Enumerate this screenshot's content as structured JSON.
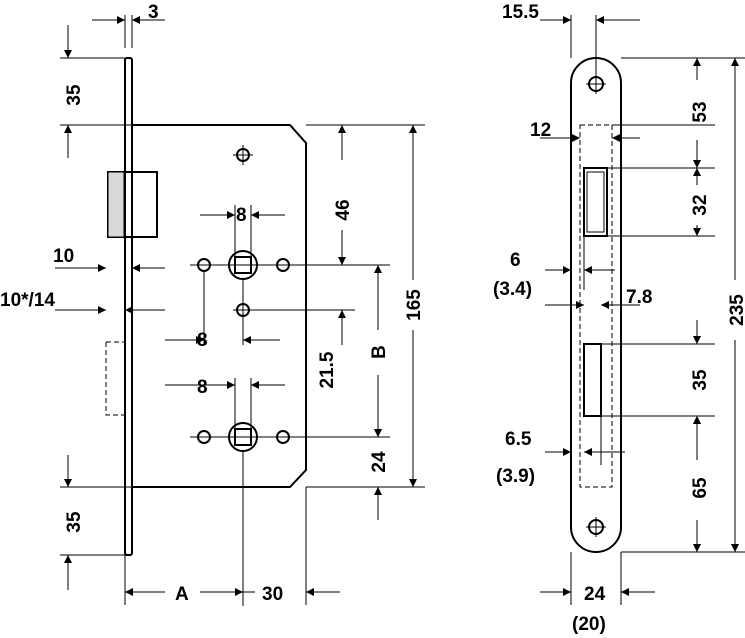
{
  "diagram": {
    "subject": "mortice lock technical drawing",
    "front_view": {
      "dim_faceplate_thickness": "3",
      "dim_top_offset": "35",
      "dim_bottom_offset": "35",
      "dim_latch_offset": "10",
      "dim_bolt_offset": "10*/14",
      "dim_spindle_square_top": "8",
      "dim_hole_spacing": "8",
      "dim_spindle_square_bottom": "8",
      "dim_top_to_spindle": "46",
      "dim_spindle_to_hole": "21.5",
      "dim_distance_b": "B",
      "dim_bottom_to_key": "24",
      "dim_case_height": "165",
      "dim_backset_a": "A",
      "dim_case_depth": "30"
    },
    "side_view": {
      "dim_plate_half_width": "15.5",
      "dim_top_to_latch": "53",
      "dim_latch_inset": "12",
      "dim_latch_height": "32",
      "dim_latch_depth": "6",
      "dim_latch_depth_alt": "(3.4)",
      "dim_bolt_width": "7.8",
      "dim_bolt_height": "35",
      "dim_plate_height": "235",
      "dim_bolt_depth": "6.5",
      "dim_bolt_depth_alt": "(3.9)",
      "dim_bottom_to_bolt": "65",
      "dim_plate_width": "24",
      "dim_plate_width_alt": "(20)"
    }
  }
}
